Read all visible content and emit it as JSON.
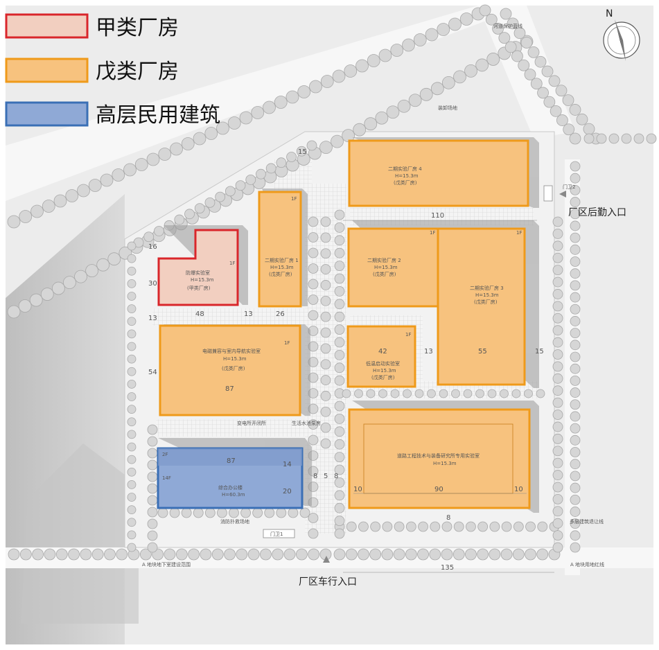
{
  "legend": [
    {
      "label": "甲类厂房",
      "fill": "#f2cfc0",
      "stroke": "#d9262b"
    },
    {
      "label": "戊类厂房",
      "fill": "#f7c27e",
      "stroke": "#ef9a1a"
    },
    {
      "label": "高层民用建筑",
      "fill": "#8fa9d6",
      "stroke": "#3a6fb5"
    }
  ],
  "entrances": {
    "logistics": "厂区后勤入口",
    "vehicle": "厂区车行入口"
  },
  "site_notes": {
    "river_line": "河道保护蓝线",
    "unloading": "装卸场地",
    "gate": "门卫2",
    "substation": "变电所开闭所",
    "water_pump": "生活水池泵房",
    "land_red_line": "A 地块用地红线",
    "basement_range": "A 地块地下室建设范围",
    "highrise_setback": "多层建筑退让线",
    "fire_site": "消防扑救场地",
    "gate1": "门卫1",
    "north": "N"
  },
  "buildings": {
    "explosion_lab": {
      "name": "防爆实验室",
      "height": "H=15.3m",
      "class": "(甲类厂房)",
      "floors": "1F"
    },
    "phase2_plant1": {
      "name": "二期实验厂房 1",
      "height": "H=15.3m",
      "class": "(戊类厂房)",
      "floors": "1F"
    },
    "emc_lab": {
      "name": "电磁兼容与室内导航实验室",
      "height": "H=15.3m",
      "class": "(戊类厂房)",
      "floors": "1F"
    },
    "phase2_plant4": {
      "name": "二期实验厂房 4",
      "height": "H=15.3m",
      "class": "(戊类厂房)"
    },
    "phase2_plant2": {
      "name": "二期实验厂房 2",
      "height": "H=15.3m",
      "class": "(戊类厂房)",
      "floors": "1F"
    },
    "phase2_plant3": {
      "name": "二期实验厂房 3",
      "height": "H=15.3m",
      "class": "(戊类厂房)",
      "floors": "1F"
    },
    "lowtemp_lab": {
      "name": "低温启动实验室",
      "height": "H=15.3m",
      "class": "(戊类厂房)",
      "floors": "1F"
    },
    "road_lab": {
      "name": "道路工程技术与装备研究所专用实验室",
      "height": "H=15.3m"
    },
    "office": {
      "name": "综合办公楼",
      "height": "H=60.3m",
      "floors_top": "2F",
      "floors_main": "14F"
    }
  },
  "dimensions": {
    "d15_top": "15",
    "d16": "16",
    "d30": "30",
    "d13_left": "13",
    "d48": "48",
    "d13_mid": "13",
    "d26": "26",
    "d54": "54",
    "d87_emc": "87",
    "d42": "42",
    "d13_right": "13",
    "d55": "55",
    "d110": "110",
    "d15_right": "15",
    "d87_office": "87",
    "d14": "14",
    "d20": "20",
    "d8a": "8",
    "d5": "5",
    "d8b": "8",
    "d10_left": "10",
    "d90": "90",
    "d10_right": "10",
    "d8_bottom": "8",
    "d135": "135"
  }
}
